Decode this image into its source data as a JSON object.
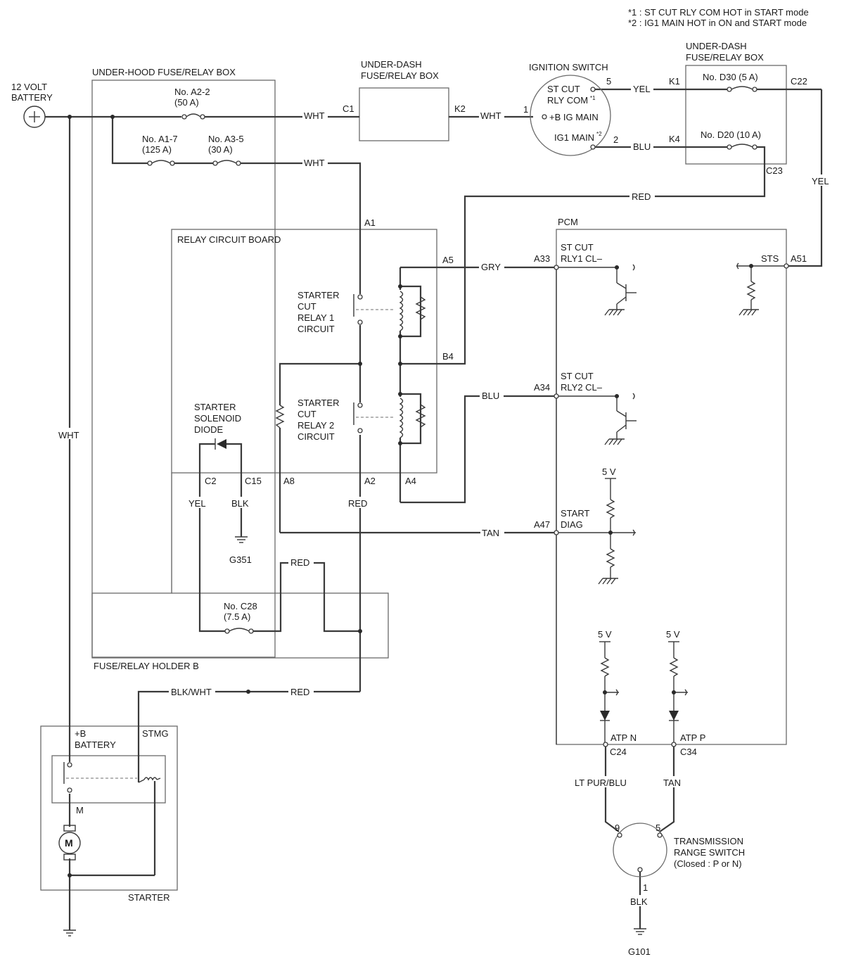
{
  "notes": [
    "*1 : ST CUT RLY COM HOT in START mode",
    "*2 : IG1 MAIN HOT in ON and START mode"
  ],
  "components": {
    "battery": "12 VOLT\nBATTERY",
    "underhood_box": "UNDER-HOOD FUSE/RELAY BOX",
    "underdash_box_1": "UNDER-DASH\nFUSE/RELAY BOX",
    "ignition_switch": "IGNITION SWITCH",
    "underdash_box_2": "UNDER-DASH\nFUSE/RELAY BOX",
    "relay_board": "RELAY CIRCUIT BOARD",
    "pcm": "PCM",
    "relay1": "STARTER\nCUT\nRELAY 1\nCIRCUIT",
    "relay2": "STARTER\nCUT\nRELAY 2\nCIRCUIT",
    "diode": "STARTER\nSOLENOID\nDIODE",
    "holder_b": "FUSE/RELAY HOLDER B",
    "starter": "STARTER",
    "trs": "TRANSMISSION\nRANGE SWITCH\n(Closed : P or N)"
  },
  "fuses": {
    "a2_2": "No. A2-2\n(50 A)",
    "a1_7": "No. A1-7\n(125 A)",
    "a3_5": "No. A3-5\n(30 A)",
    "d30": "No. D30 (5 A)",
    "d20": "No. D20 (10 A)",
    "c28": "No. C28\n(7.5 A)"
  },
  "ignition_terminals": {
    "st_cut": "ST CUT\nRLY COM",
    "st_cut_sup": "*1",
    "b_ig": "+B IG MAIN",
    "ig1": "IG1 MAIN",
    "ig1_sup": "*2"
  },
  "pcm_terminals": {
    "rly1": "ST CUT\nRLY1 CL–",
    "rly2": "ST CUT\nRLY2 CL–",
    "sts": "STS",
    "start_diag": "START\nDIAG",
    "atp_n": "ATP N",
    "atp_p": "ATP P",
    "v5": "5 V"
  },
  "starter_terminals": {
    "b": "+B\nBATTERY",
    "stmg": "STMG",
    "m": "M",
    "motor": "M"
  },
  "connectors": {
    "c1": "C1",
    "k2": "K2",
    "p1": "1",
    "p5": "5",
    "p2": "2",
    "k1": "K1",
    "k4": "K4",
    "c22": "C22",
    "c23": "C23",
    "a1": "A1",
    "a5": "A5",
    "b4": "B4",
    "a33": "A33",
    "a34": "A34",
    "a51": "A51",
    "a47": "A47",
    "c2": "C2",
    "c15": "C15",
    "a8": "A8",
    "a2": "A2",
    "a4": "A4",
    "c24": "C24",
    "c34": "C34",
    "p9": "9",
    "p5b": "5",
    "p1b": "1"
  },
  "wires": {
    "wht": "WHT",
    "yel": "YEL",
    "blu": "BLU",
    "red": "RED",
    "gry": "GRY",
    "tan": "TAN",
    "blk": "BLK",
    "blk_wht": "BLK/WHT",
    "lt_pur_blu": "LT PUR/BLU"
  },
  "grounds": {
    "g351": "G351",
    "g101": "G101"
  }
}
